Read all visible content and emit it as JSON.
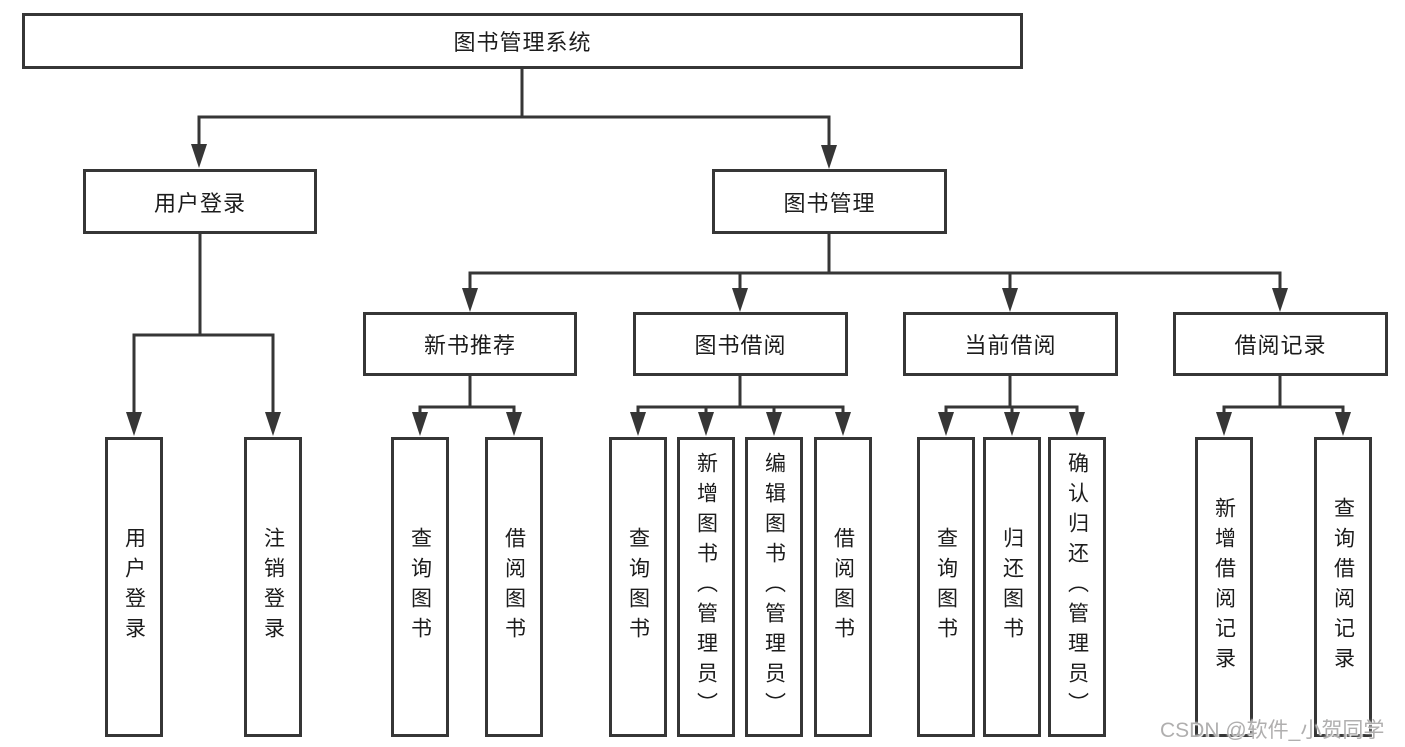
{
  "colors": {
    "line": "#363636",
    "box_border": "#363636",
    "box_fill": "#ffffff",
    "text": "#1c1c1c",
    "watermark_text": "#b0afaf"
  },
  "tree": {
    "root": {
      "label": "图书管理系统"
    },
    "branches": [
      {
        "label": "用户登录",
        "children": [
          {
            "label": "用户登录"
          },
          {
            "label": "注销登录"
          }
        ]
      },
      {
        "label": "图书管理",
        "children": [
          {
            "label": "新书推荐",
            "children": [
              {
                "label": "查询图书"
              },
              {
                "label": "借阅图书"
              }
            ]
          },
          {
            "label": "图书借阅",
            "children": [
              {
                "label": "查询图书"
              },
              {
                "label": "新增图书（管理员）"
              },
              {
                "label": "编辑图书（管理员）"
              },
              {
                "label": "借阅图书"
              }
            ]
          },
          {
            "label": "当前借阅",
            "children": [
              {
                "label": "查询图书"
              },
              {
                "label": "归还图书"
              },
              {
                "label": "确认归还（管理员）"
              }
            ]
          },
          {
            "label": "借阅记录",
            "children": [
              {
                "label": "新增借阅记录"
              },
              {
                "label": "查询借阅记录"
              }
            ]
          }
        ]
      }
    ]
  },
  "watermark": {
    "text": "CSDN @软件_小贺同学"
  }
}
